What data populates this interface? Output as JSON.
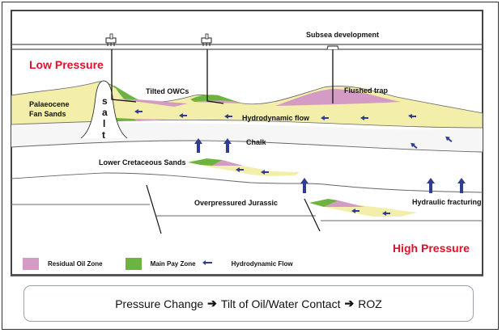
{
  "diagram": {
    "title_labels": {
      "low_pressure": "Low Pressure",
      "high_pressure": "High Pressure",
      "subsea": "Subsea development"
    },
    "layer_labels": {
      "palaeocene_line1": "Palaeocene",
      "palaeocene_line2": "Fan Sands",
      "tilted_owcs": "Tilted OWCs",
      "flushed_trap": "Flushed trap",
      "hydrodynamic_flow": "Hydrodynamic flow",
      "chalk": "Chalk",
      "lower_cretaceous": "Lower Cretaceous Sands",
      "overpressured_jurassic": "Overpressured Jurassic",
      "hydraulic_fracturing": "Hydraulic fracturing"
    },
    "salt_letters": [
      "s",
      "a",
      "l",
      "t"
    ],
    "icons": [
      "platform-icon",
      "platform-icon",
      "subsea-wellhead-icon"
    ],
    "colors": {
      "sand": "#f3eeaa",
      "residual_oil": "#d49cc4",
      "main_pay": "#6db33f",
      "flow_arrow": "#2e3d8f",
      "pressure_text": "#e0102a",
      "chalk": "#f6f6f6"
    }
  },
  "legend": {
    "items": [
      {
        "label": "Residual Oil Zone",
        "color": "#d49cc4",
        "kind": "swatch"
      },
      {
        "label": "Main Pay Zone",
        "color": "#6db33f",
        "kind": "swatch"
      },
      {
        "label": "Hydrodynamic Flow",
        "color": "#2e3d8f",
        "kind": "arrow"
      }
    ]
  },
  "summary": {
    "step1": "Pressure Change",
    "step2": "Tilt of Oil/Water Contact",
    "step3": "ROZ",
    "arrow": "➔"
  }
}
